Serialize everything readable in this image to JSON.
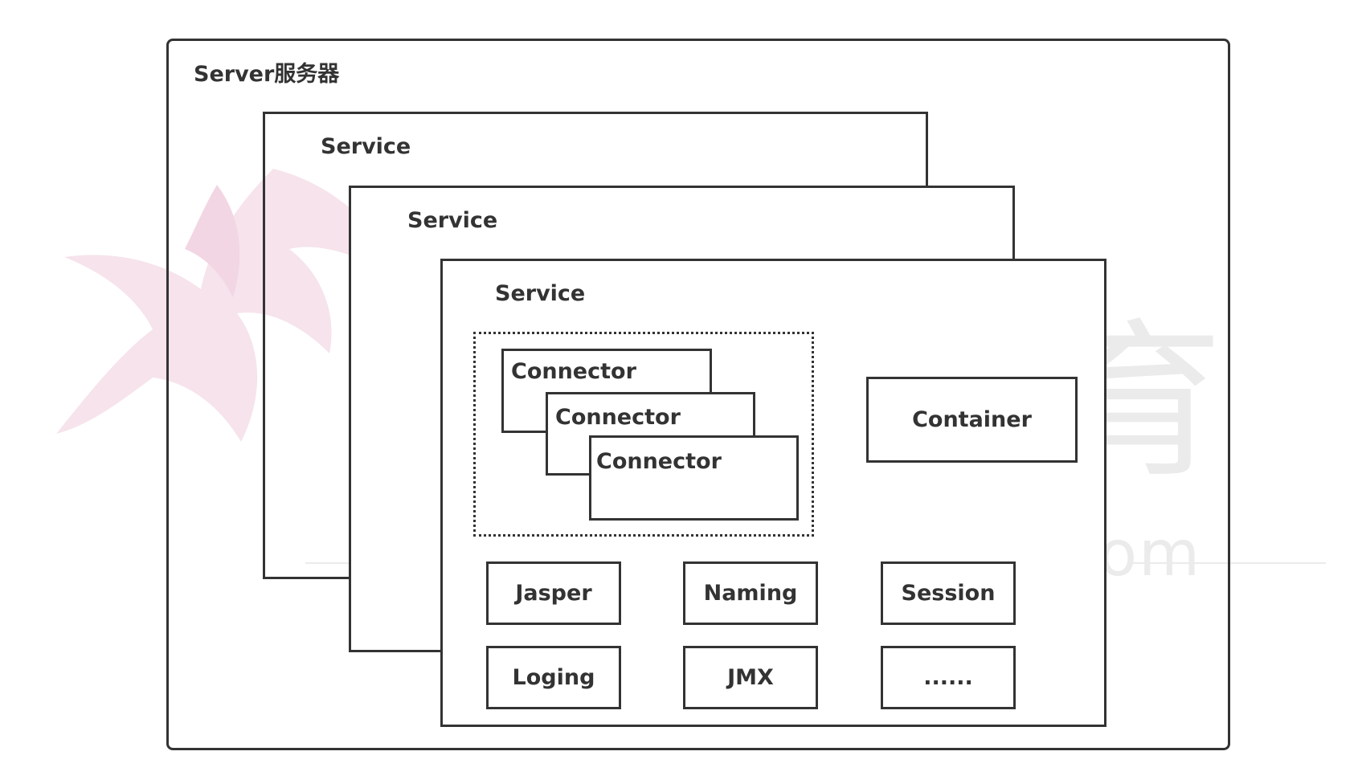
{
  "server": {
    "label": "Server服务器"
  },
  "services": [
    {
      "label": "Service"
    },
    {
      "label": "Service"
    },
    {
      "label": "Service"
    }
  ],
  "connectors": [
    {
      "label": "Connector"
    },
    {
      "label": "Connector"
    },
    {
      "label": "Connector"
    }
  ],
  "container": {
    "label": "Container"
  },
  "modules": [
    {
      "label": "Jasper"
    },
    {
      "label": "Naming"
    },
    {
      "label": "Session"
    },
    {
      "label": "Loging"
    },
    {
      "label": "JMX"
    },
    {
      "label": "......"
    }
  ],
  "watermark": {
    "brand_text": "马士兵教育",
    "url_text": "www.mashibing.com",
    "logo_icon": "horse-head-icon",
    "color": "#ebebeb",
    "logo_color": "#f6e3ec"
  },
  "colors": {
    "stroke": "#333333",
    "background": "#ffffff"
  }
}
